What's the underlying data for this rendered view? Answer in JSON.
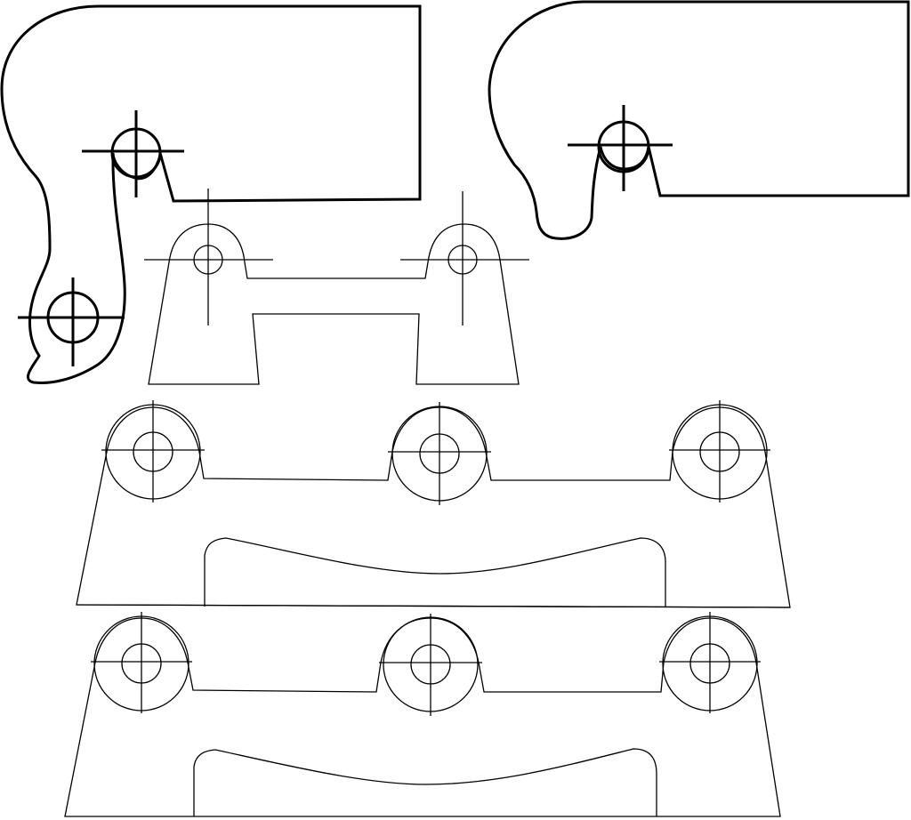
{
  "drawing": {
    "line_color": "#000000",
    "background_color": "#ffffff",
    "parts": [
      "hook-plate-left",
      "hook-plate-right",
      "two-hole-bracket",
      "three-hole-bracket-upper",
      "three-hole-bracket-lower"
    ]
  }
}
